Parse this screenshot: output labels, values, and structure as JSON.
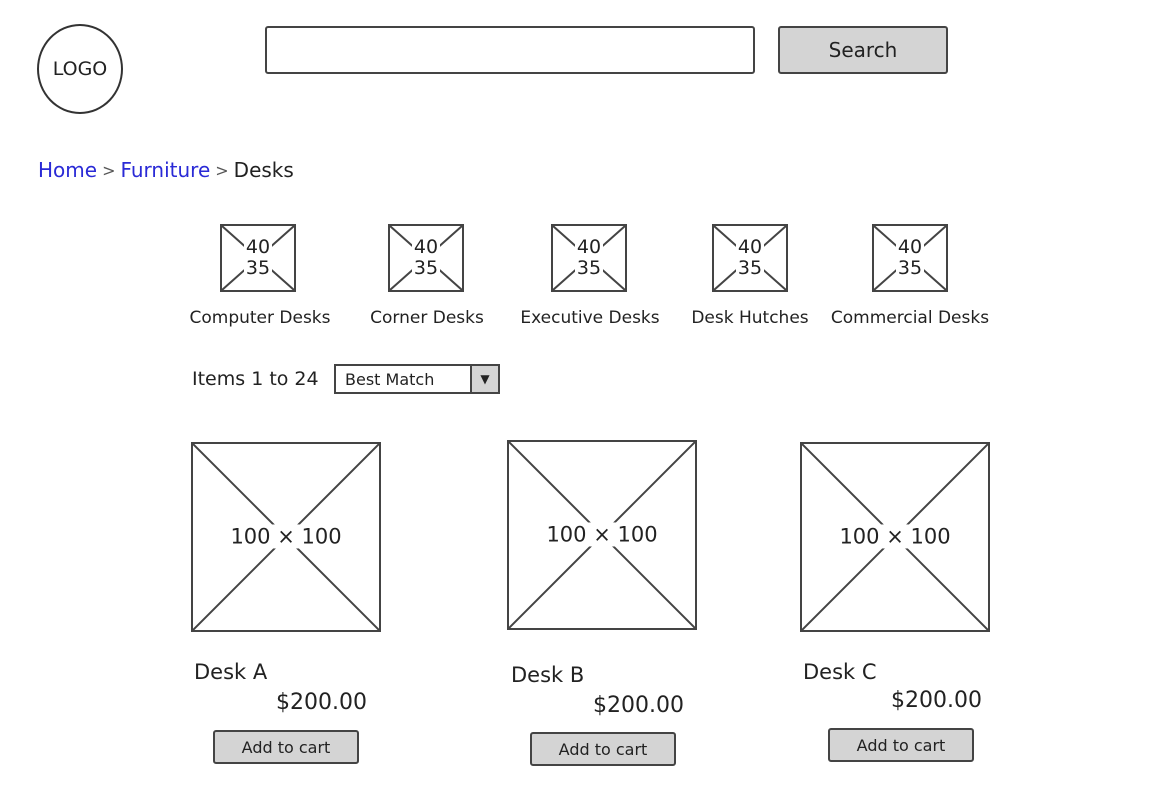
{
  "header": {
    "logo_text": "LOGO",
    "search": {
      "value": "",
      "placeholder": "",
      "button_label": "Search"
    }
  },
  "breadcrumb": {
    "items": [
      {
        "label": "Home",
        "link": true
      },
      {
        "label": "Furniture",
        "link": true
      },
      {
        "label": "Desks",
        "link": false
      }
    ],
    "separator": ">"
  },
  "categories": [
    {
      "label": "Computer Desks",
      "thumb_w": "40",
      "thumb_h": "35"
    },
    {
      "label": "Corner Desks",
      "thumb_w": "40",
      "thumb_h": "35"
    },
    {
      "label": "Executive Desks",
      "thumb_w": "40",
      "thumb_h": "35"
    },
    {
      "label": "Desk Hutches",
      "thumb_w": "40",
      "thumb_h": "35"
    },
    {
      "label": "Commercial Desks",
      "thumb_w": "40",
      "thumb_h": "35"
    }
  ],
  "listing": {
    "items_count": "Items 1 to 24",
    "sort": {
      "selected": "Best Match",
      "arrow_icon": "triangle-down-icon"
    }
  },
  "products": [
    {
      "name": "Desk A",
      "price": "$200.00",
      "image_label": "100 × 100",
      "button_label": "Add to cart"
    },
    {
      "name": "Desk B",
      "price": "$200.00",
      "image_label": "100 × 100",
      "button_label": "Add to cart"
    },
    {
      "name": "Desk C",
      "price": "$200.00",
      "image_label": "100 × 100",
      "button_label": "Add to cart"
    }
  ],
  "colors": {
    "link": "#2a2ad6",
    "button_fill": "#d4d4d4",
    "border": "#444444"
  }
}
